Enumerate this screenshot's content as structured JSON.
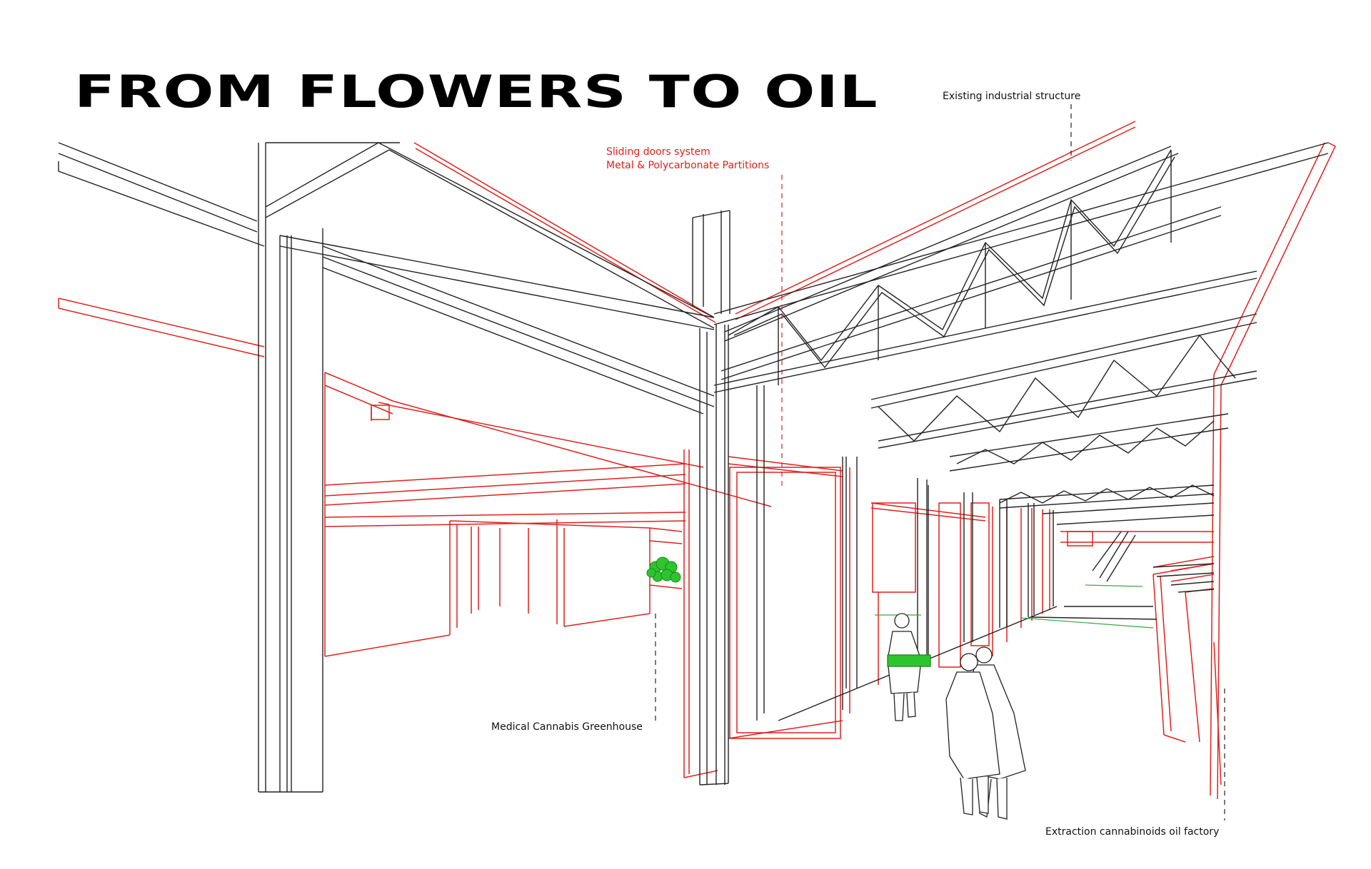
{
  "title": "FROM FLOWERS TO OIL",
  "annotations": {
    "existing_structure": "Existing industrial structure",
    "sliding_doors_line1": "Sliding doors system",
    "sliding_doors_line2": "Metal & Polycarbonate Partitions",
    "greenhouse": "Medical Cannabis Greenhouse",
    "factory": "Extraction cannabinoids oil factory"
  },
  "colors": {
    "structure": "#222222",
    "partitions": "#e0201c",
    "plants": "#2ec42e",
    "floor_marking": "#33aa44"
  }
}
